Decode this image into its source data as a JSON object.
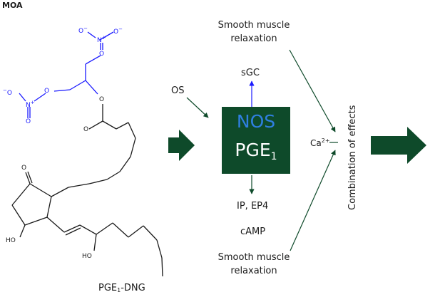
{
  "title": "MOA",
  "box": {
    "nos": "NOS",
    "pge_main": "PGE",
    "pge_sub": "1"
  },
  "labels": {
    "smooth_top": [
      "Smooth muscle",
      "relaxation"
    ],
    "sgc": "sGC",
    "ip_ep4": "IP, EP4",
    "camp": "cAMP",
    "smooth_bottom": [
      "Smooth muscle",
      "relaxation"
    ],
    "ca_main": "Ca",
    "ca_sup": "2+",
    "combination": "Combination of effects",
    "nos_partial": "OS",
    "molecule_main": "PGE",
    "molecule_sub": "1",
    "molecule_suffix": "-DNG"
  },
  "structure_labels": {
    "nitrate_top_o_minus": "O",
    "nitrate_top_n": "N",
    "nitrate_top_o": "O",
    "nitrate_top_ester_o": "O",
    "nitrate_left_o_minus": "O",
    "nitrate_left_n": "N",
    "nitrate_left_o": "O",
    "nitrate_left_ester_o": "O",
    "ester_o": "O",
    "carbonyl_o": "O",
    "ketone_o": "O",
    "ho_ring": "HO",
    "ho_chain": "HO"
  },
  "colors": {
    "box_fill": "#0e4a2a",
    "arrow": "#0e4a2a",
    "nos_text": "#2f7fe0",
    "nitrate_blue": "#1a1aff",
    "structure": "#1a1a1a"
  }
}
